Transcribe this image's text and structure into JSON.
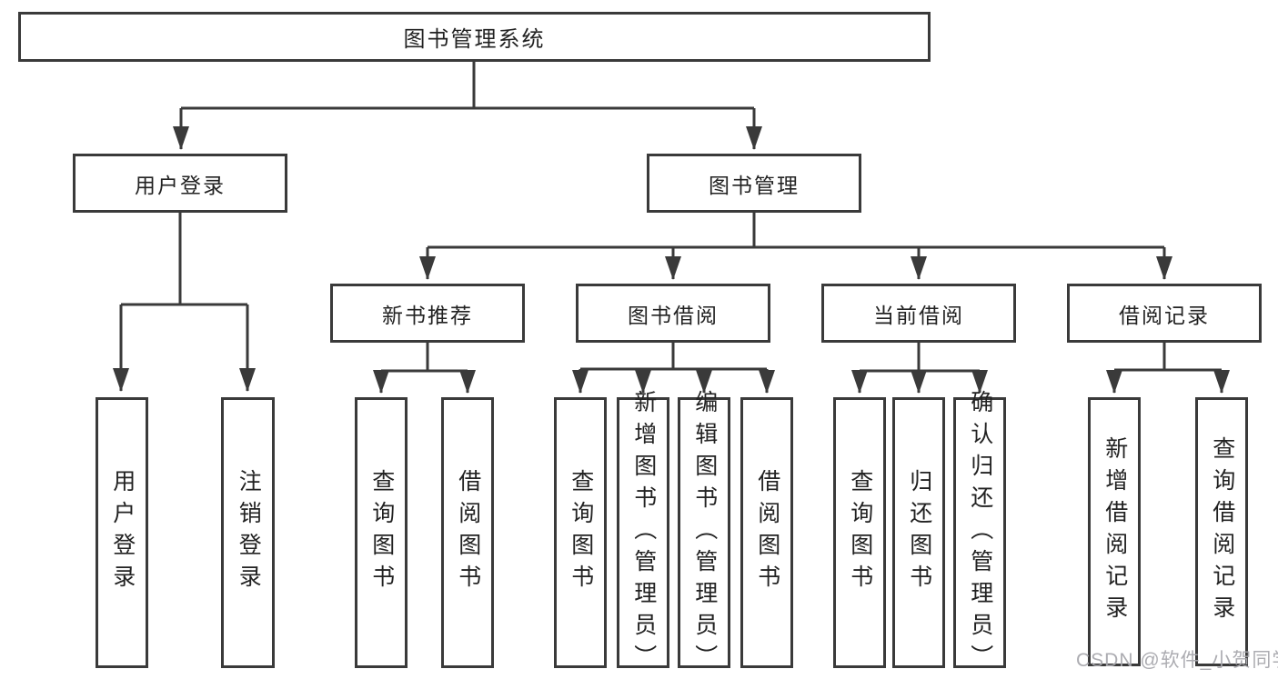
{
  "colors": {
    "line": "#3a3a3a",
    "text": "#222222",
    "watermark": "#a8a8ad"
  },
  "watermark": "CSDN @软件_小贺同学",
  "tree": {
    "root": "图书管理系统",
    "branches": [
      {
        "label": "用户登录",
        "leaves": [
          "用户登录",
          "注销登录"
        ]
      },
      {
        "label": "图书管理",
        "groups": [
          {
            "label": "新书推荐",
            "leaves": [
              "查询图书",
              "借阅图书"
            ]
          },
          {
            "label": "图书借阅",
            "leaves": [
              "查询图书",
              "新增图书（管理员）",
              "编辑图书（管理员）",
              "借阅图书"
            ]
          },
          {
            "label": "当前借阅",
            "leaves": [
              "查询图书",
              "归还图书",
              "确认归还（管理员）"
            ]
          },
          {
            "label": "借阅记录",
            "leaves": [
              "新增借阅记录",
              "查询借阅记录"
            ]
          }
        ]
      }
    ]
  }
}
